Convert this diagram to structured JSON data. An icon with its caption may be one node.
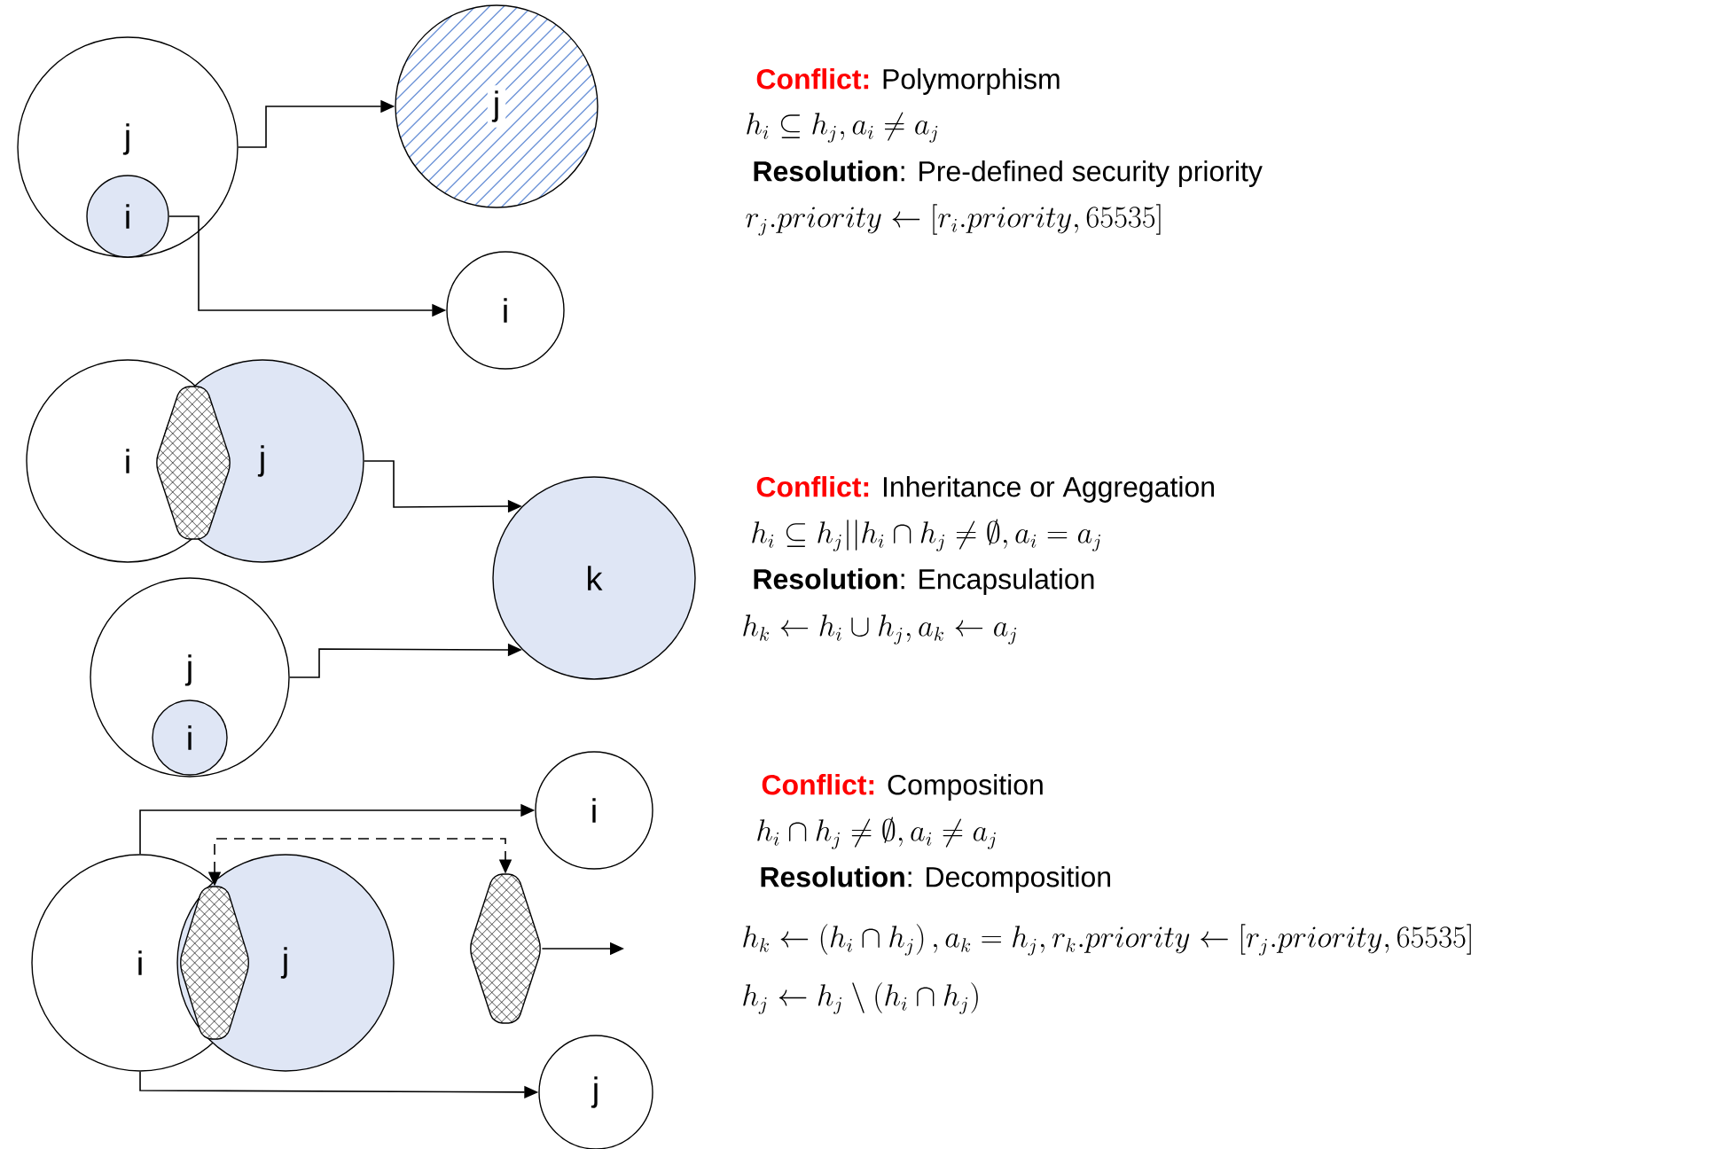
{
  "diagram": {
    "nodes": [
      {
        "text": [
          "j"
        ]
      },
      {
        "text": [
          "i"
        ],
        "in": 0
      },
      {
        "text": [
          "j"
        ]
      },
      {
        "text": [
          "i"
        ]
      },
      {
        "text": [
          "i"
        ]
      },
      {
        "text": [
          "j"
        ]
      },
      {
        "text": [],
        "shape": "hexagon"
      },
      {
        "text": [
          "k"
        ]
      },
      {
        "text": [
          "j"
        ]
      },
      {
        "text": [
          "i"
        ],
        "in": 8
      },
      {
        "text": [
          "i"
        ]
      },
      {
        "text": [
          "j"
        ]
      },
      {
        "text": [],
        "shape": "hexagon"
      },
      {
        "text": [
          "i"
        ]
      },
      {
        "text": [],
        "shape": "hexagon"
      },
      {
        "text": [
          "j"
        ]
      }
    ],
    "edges": [
      {
        "from": 0,
        "to": 2,
        "arrow": "to"
      },
      {
        "from": 1,
        "to": 3,
        "arrow": "to"
      },
      {
        "from": 5,
        "to": 7,
        "arrow": "to"
      },
      {
        "from": 8,
        "to": 7,
        "arrow": "to"
      },
      {
        "from": 10,
        "to": 13,
        "arrow": "to"
      },
      {
        "from": 12,
        "to": 14,
        "arrow": "both",
        "style": "dashed"
      },
      {
        "from": 10,
        "to": 15,
        "arrow": "to"
      },
      {
        "from": 14,
        "to": null,
        "arrow": "to"
      }
    ],
    "labels": [
      "**Conflict:** Polymorphism",
      "h_i \\subseteq h_j, a_i \\neq a_j",
      "**Resolution**: Pre-defined security priority",
      "r_j.priority \\leftarrow [r_i.priority, 65535]",
      "**Conflict:** Inheritance or Aggregation",
      "h_i \\subseteq h_j || h_i \\cap h_j \\neq \\emptyset, a_i = a_j",
      "**Resolution**: Encapsulation",
      "h_k \\leftarrow h_i \\cup h_j, a_k \\leftarrow a_j",
      "**Conflict:** Composition",
      "h_i \\cap h_j \\neq \\emptyset, a_i \\neq a_j",
      "**Resolution**: Decomposition",
      "h_k \\leftarrow \\left(h_i \\cap h_j\\right), a_k = h_j, r_k.priority \\leftarrow \\left[r_j.priority, 65535\\right]",
      "h_j \\leftarrow h_j \\setminus \\left(h_i \\cap h_j\\right)"
    ]
  }
}
